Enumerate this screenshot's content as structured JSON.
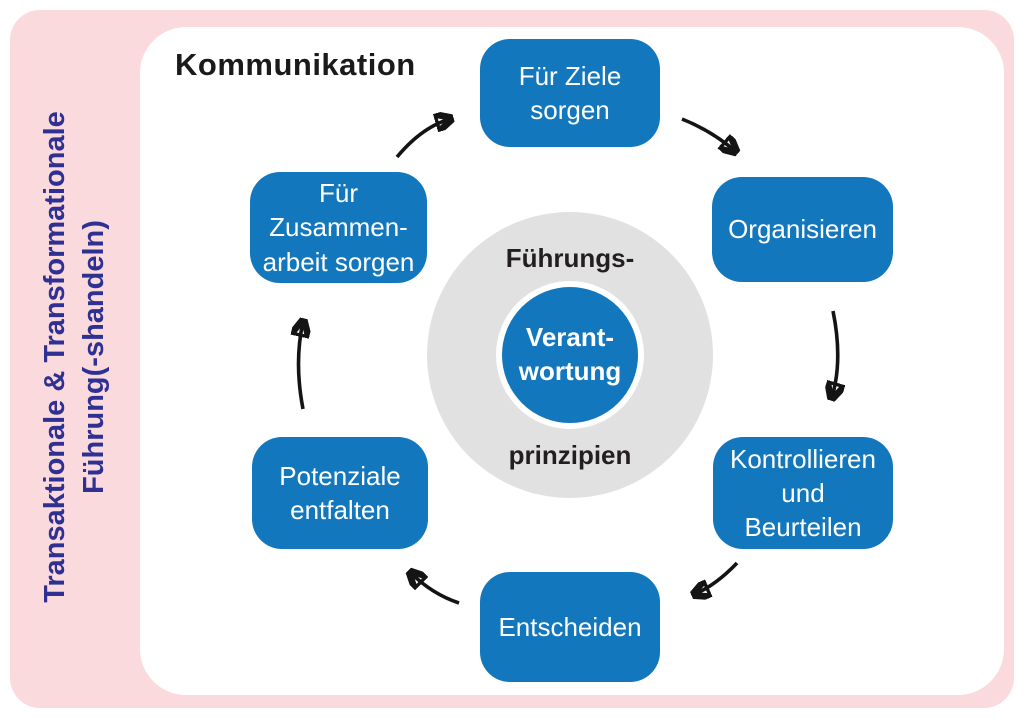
{
  "colors": {
    "box_blue": "#1277bd",
    "pink_frame": "#fbdade",
    "indigo_text": "#2e3192",
    "gray_circle": "#e2e1e1",
    "arrow_black": "#141414",
    "dark_text": "#231f20"
  },
  "sidebar": {
    "line1": "Transaktionale & Transformationale",
    "line2": "Führung(-shandeln)"
  },
  "header": {
    "title": "Kommunikation"
  },
  "cycle": {
    "nodes": [
      {
        "id": "fuer-ziele-sorgen",
        "label": "Für Ziele\nsorgen"
      },
      {
        "id": "organisieren",
        "label": "Organisieren"
      },
      {
        "id": "kontrollieren-und-beurteilen",
        "label": "Kontrollieren\nund\nBeurteilen"
      },
      {
        "id": "entscheiden",
        "label": "Entscheiden"
      },
      {
        "id": "potenziale-entfalten",
        "label": "Potenziale\nentfalten"
      },
      {
        "id": "fuer-zusammenarbeit-sorgen",
        "label": "Für\nZusammen-\narbeit sorgen"
      }
    ]
  },
  "center": {
    "ring_label_top": "Führungs-",
    "ring_label_bottom": "prinzipien",
    "core_label": "Verant-\nwortung"
  }
}
